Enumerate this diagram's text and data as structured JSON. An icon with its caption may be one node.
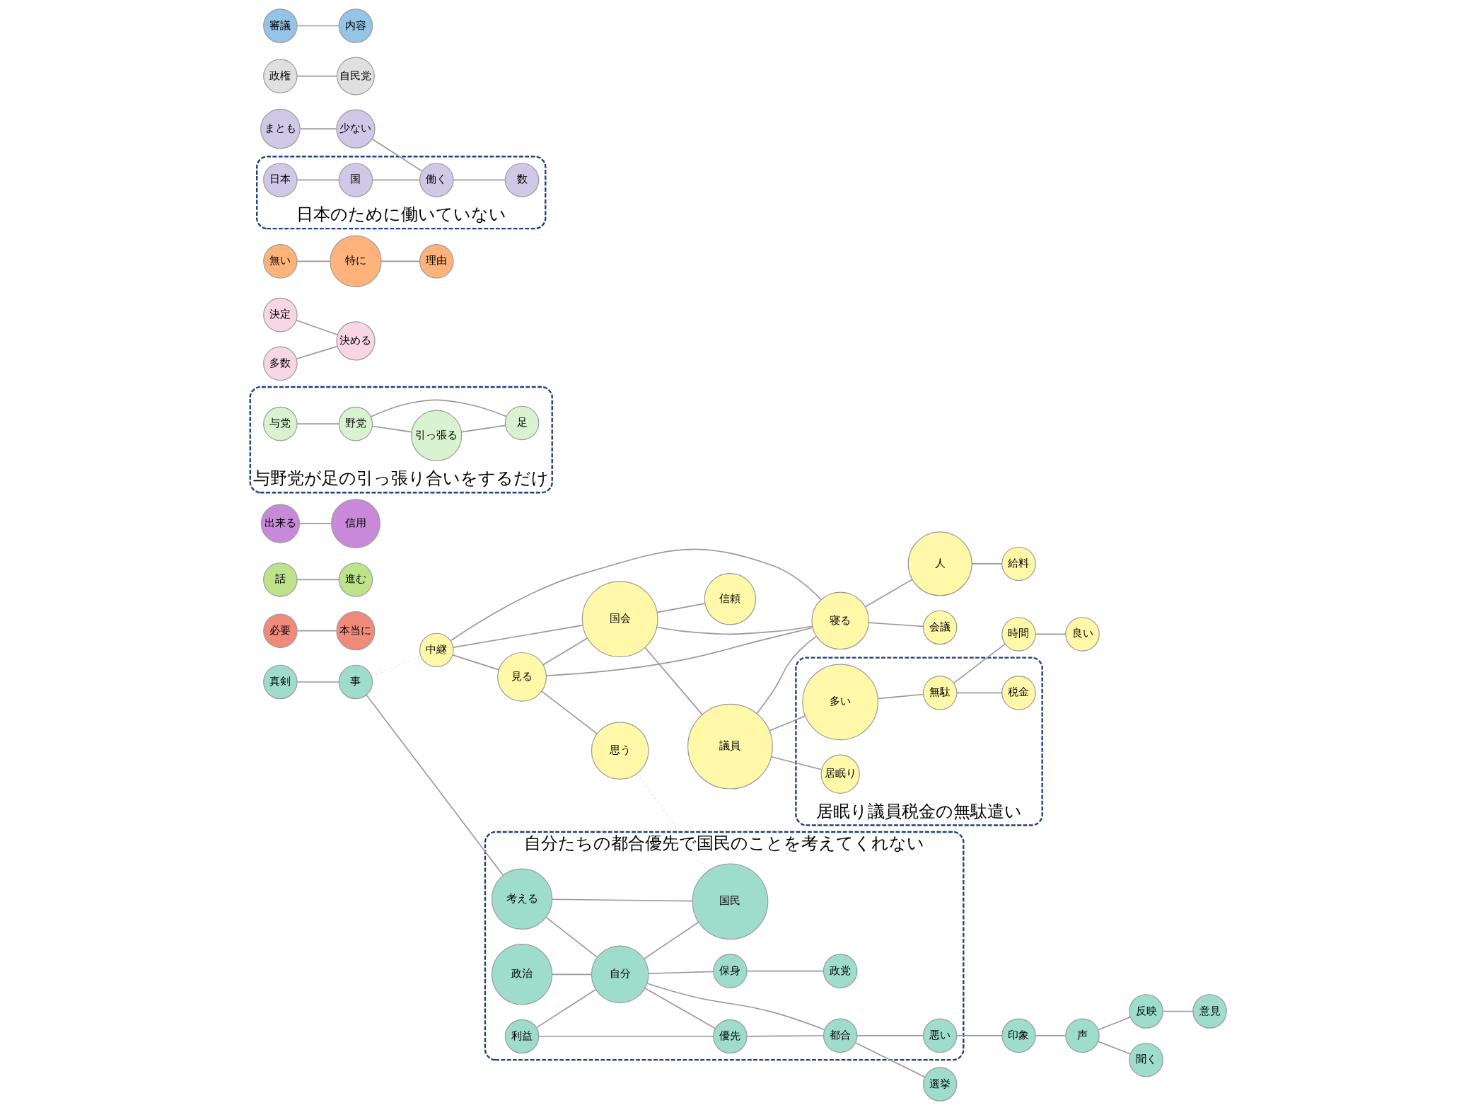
{
  "diagram": {
    "nodes": [
      {
        "text": [
          "自分たちの都合優先で国民のことを考えてくれない"
        ]
      },
      {
        "text": [
          "政治"
        ],
        "in": 0
      },
      {
        "text": [
          "利益"
        ],
        "in": 0
      },
      {
        "text": [
          "優先"
        ],
        "in": 0
      },
      {
        "text": [
          "考える"
        ],
        "in": 0
      },
      {
        "text": [
          "自分"
        ],
        "in": 0
      },
      {
        "text": [
          "都合"
        ],
        "in": 0
      },
      {
        "text": [
          "国民"
        ],
        "in": 0
      },
      {
        "text": [
          "悪い"
        ],
        "in": 0
      },
      {
        "text": [
          "保身"
        ],
        "in": 0
      },
      {
        "text": [
          "政党"
        ],
        "in": 0
      },
      {
        "text": [
          "真剣"
        ]
      },
      {
        "text": [
          "事"
        ]
      },
      {
        "text": [
          "選挙"
        ]
      },
      {
        "text": [
          "中継"
        ]
      },
      {
        "text": [
          "見る"
        ]
      },
      {
        "text": [
          "思う"
        ]
      },
      {
        "text": [
          "国会"
        ]
      },
      {
        "text": [
          "印象"
        ]
      },
      {
        "text": [
          "信頼"
        ]
      },
      {
        "text": [
          "寝る"
        ]
      },
      {
        "text": [
          "人"
        ]
      },
      {
        "text": [
          "議員"
        ]
      },
      {
        "text": [
          "声"
        ]
      },
      {
        "text": [
          "反映"
        ]
      },
      {
        "text": [
          "聞く"
        ]
      },
      {
        "text": [
          "給料"
        ]
      },
      {
        "text": [
          "会議"
        ]
      },
      {
        "text": [
          "居眠り議員税金の無駄遣い"
        ]
      },
      {
        "text": [
          "多い"
        ],
        "in": 28
      },
      {
        "text": [
          "居眠り"
        ],
        "in": 28
      },
      {
        "text": [
          "無駄"
        ],
        "in": 28
      },
      {
        "text": [
          "税金"
        ],
        "in": 28
      },
      {
        "text": [
          "時間"
        ]
      },
      {
        "text": [
          "良い"
        ]
      },
      {
        "text": [
          "必要"
        ]
      },
      {
        "text": [
          "本当に"
        ]
      },
      {
        "text": [
          "意見"
        ]
      },
      {
        "text": [
          "話"
        ]
      },
      {
        "text": [
          "進む"
        ]
      },
      {
        "text": [
          "出来る"
        ]
      },
      {
        "text": [
          "信用"
        ]
      },
      {
        "text": [
          "与野党が足の引っ張り合いをするだけ"
        ]
      },
      {
        "text": [
          "与党"
        ],
        "in": 42
      },
      {
        "text": [
          "野党"
        ],
        "in": 42
      },
      {
        "text": [
          "引っ張る"
        ],
        "in": 42
      },
      {
        "text": [
          "足"
        ],
        "in": 42
      },
      {
        "text": [
          "決定"
        ]
      },
      {
        "text": [
          "多数"
        ]
      },
      {
        "text": [
          "無い"
        ]
      },
      {
        "text": [
          "特に"
        ]
      },
      {
        "text": [
          "まとも"
        ]
      },
      {
        "text": [
          "決める"
        ]
      },
      {
        "text": [
          "理由"
        ]
      },
      {
        "text": [
          "政権"
        ]
      },
      {
        "text": [
          "審議"
        ]
      },
      {
        "text": [
          "少ない"
        ]
      },
      {
        "text": [
          "内容"
        ]
      },
      {
        "text": [
          "自民党"
        ]
      },
      {
        "text": [
          "日本のために働いていない"
        ]
      },
      {
        "text": [
          "働く"
        ],
        "in": 59
      },
      {
        "text": [
          "数"
        ],
        "in": 59
      },
      {
        "text": [
          "日本"
        ],
        "in": 59
      },
      {
        "text": [
          "国"
        ],
        "in": 59
      }
    ],
    "edges": [
      {
        "from": 11,
        "to": 12,
        "arrow": "none"
      },
      {
        "from": 12,
        "to": 4,
        "arrow": "none"
      },
      {
        "from": 12,
        "to": 14,
        "arrow": "none",
        "style": "dashed",
        "color": "#cccccc"
      },
      {
        "from": 4,
        "to": 5,
        "arrow": "none"
      },
      {
        "from": 4,
        "to": 7,
        "arrow": "none"
      },
      {
        "from": 1,
        "to": 5,
        "arrow": "none"
      },
      {
        "from": 2,
        "to": 5,
        "arrow": "none"
      },
      {
        "from": 2,
        "to": 3,
        "arrow": "none"
      },
      {
        "from": 5,
        "to": 3,
        "arrow": "none"
      },
      {
        "from": 5,
        "to": 7,
        "arrow": "none"
      },
      {
        "from": 5,
        "to": 6,
        "arrow": "none"
      },
      {
        "from": 5,
        "to": 9,
        "arrow": "none"
      },
      {
        "from": 3,
        "to": 6,
        "arrow": "none"
      },
      {
        "from": 6,
        "to": 13,
        "arrow": "none"
      },
      {
        "from": 6,
        "to": 8,
        "arrow": "none"
      },
      {
        "from": 8,
        "to": 18,
        "arrow": "none"
      },
      {
        "from": 9,
        "to": 10,
        "arrow": "none"
      },
      {
        "from": 16,
        "to": 7,
        "arrow": "none",
        "style": "dashed",
        "color": "#cccccc"
      },
      {
        "from": 15,
        "to": 16,
        "arrow": "none"
      },
      {
        "from": 14,
        "to": 15,
        "arrow": "none"
      },
      {
        "from": 14,
        "to": 17,
        "arrow": "none"
      },
      {
        "from": 14,
        "to": 20,
        "arrow": "none"
      },
      {
        "from": 15,
        "to": 17,
        "arrow": "none"
      },
      {
        "from": 15,
        "to": 20,
        "arrow": "none"
      },
      {
        "from": 17,
        "to": 20,
        "arrow": "none"
      },
      {
        "from": 17,
        "to": 22,
        "arrow": "none"
      },
      {
        "from": 17,
        "to": 19,
        "arrow": "none"
      },
      {
        "from": 22,
        "to": 20,
        "arrow": "none"
      },
      {
        "from": 20,
        "to": 21,
        "arrow": "none"
      },
      {
        "from": 20,
        "to": 27,
        "arrow": "none"
      },
      {
        "from": 21,
        "to": 26,
        "arrow": "none"
      },
      {
        "from": 22,
        "to": 29,
        "arrow": "none"
      },
      {
        "from": 22,
        "to": 30,
        "arrow": "none"
      },
      {
        "from": 29,
        "to": 31,
        "arrow": "none"
      },
      {
        "from": 31,
        "to": 32,
        "arrow": "none"
      },
      {
        "from": 31,
        "to": 33,
        "arrow": "none"
      },
      {
        "from": 33,
        "to": 34,
        "arrow": "none"
      },
      {
        "from": 18,
        "to": 23,
        "arrow": "none"
      },
      {
        "from": 23,
        "to": 24,
        "arrow": "none"
      },
      {
        "from": 23,
        "to": 25,
        "arrow": "none"
      },
      {
        "from": 24,
        "to": 37,
        "arrow": "none"
      },
      {
        "from": 35,
        "to": 36,
        "arrow": "none"
      },
      {
        "from": 38,
        "to": 39,
        "arrow": "none"
      },
      {
        "from": 40,
        "to": 41,
        "arrow": "none"
      },
      {
        "from": 43,
        "to": 44,
        "arrow": "none"
      },
      {
        "from": 44,
        "to": 45,
        "arrow": "none"
      },
      {
        "from": 44,
        "to": 46,
        "arrow": "none"
      },
      {
        "from": 45,
        "to": 46,
        "arrow": "none"
      },
      {
        "from": 49,
        "to": 50,
        "arrow": "none"
      },
      {
        "from": 50,
        "to": 53,
        "arrow": "none"
      },
      {
        "from": 47,
        "to": 52,
        "arrow": "none"
      },
      {
        "from": 48,
        "to": 52,
        "arrow": "none"
      },
      {
        "from": 55,
        "to": 57,
        "arrow": "none"
      },
      {
        "from": 54,
        "to": 58,
        "arrow": "none"
      },
      {
        "from": 51,
        "to": 56,
        "arrow": "none"
      },
      {
        "from": 56,
        "to": 60,
        "arrow": "none"
      },
      {
        "from": 62,
        "to": 63,
        "arrow": "none"
      },
      {
        "from": 63,
        "to": 60,
        "arrow": "none"
      },
      {
        "from": 60,
        "to": 61,
        "arrow": "none"
      }
    ]
  }
}
